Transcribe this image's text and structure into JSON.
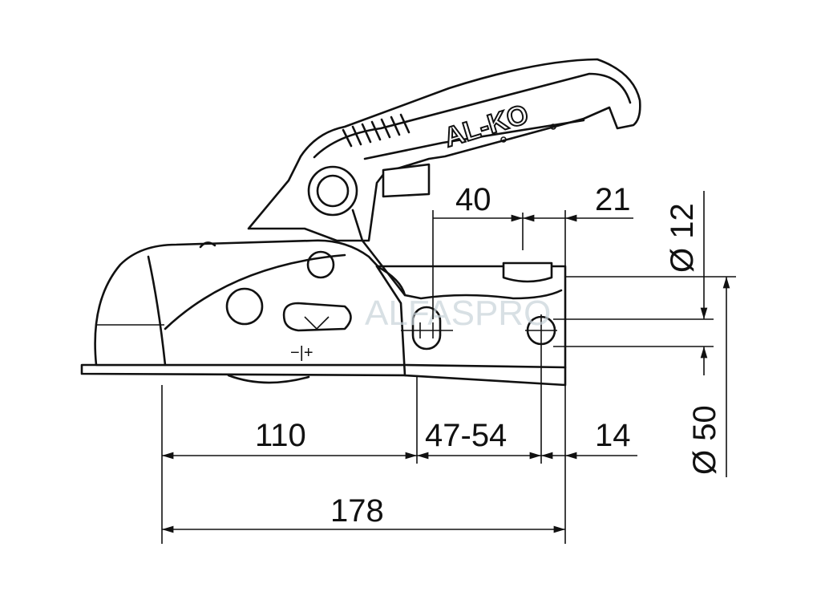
{
  "brand": {
    "logo_text": "AL-KO"
  },
  "watermark": {
    "text": "ALFASPRO"
  },
  "symbol": {
    "adjust_marker": "−|+"
  },
  "dimensions": {
    "top_40": "40",
    "top_21": "21",
    "dia_12": "Ø 12",
    "dia_50": "Ø 50",
    "bottom_110": "110",
    "bottom_47_54": "47-54",
    "bottom_14": "14",
    "total_178": "178"
  },
  "colors": {
    "line": "#111111",
    "background": "#ffffff",
    "watermark": "#c8d3da"
  }
}
